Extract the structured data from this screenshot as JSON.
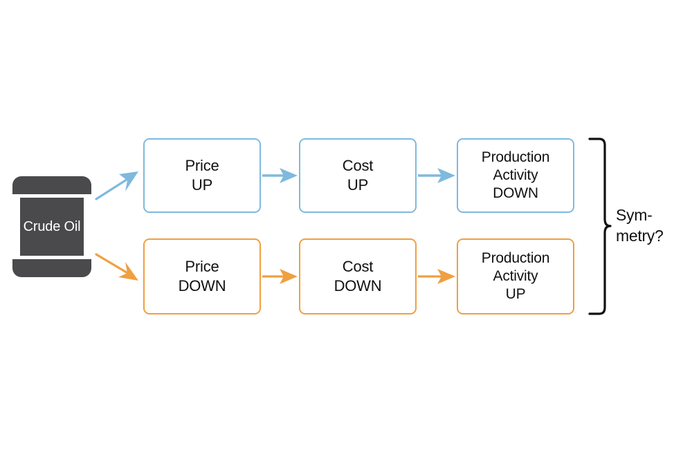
{
  "figure": {
    "background_color": "#ffffff",
    "source_node": {
      "icon": "oil-barrel-icon",
      "label": "Crude\nOil",
      "color": "#4a4a4d",
      "text_color": "#ffffff"
    },
    "branches": [
      {
        "id": "up-branch",
        "color": "#7fb9dd",
        "arrow_from_source": "diagonal-up-arrow",
        "steps": [
          {
            "id": "price-up",
            "label": "Price\nUP"
          },
          {
            "id": "cost-up",
            "label": "Cost\nUP"
          },
          {
            "id": "production-activity-down",
            "label": "Production\nActivity\nDOWN"
          }
        ]
      },
      {
        "id": "down-branch",
        "color": "#efa040",
        "arrow_from_source": "diagonal-down-arrow",
        "steps": [
          {
            "id": "price-down",
            "label": "Price\nDOWN"
          },
          {
            "id": "cost-down",
            "label": "Cost\nDOWN"
          },
          {
            "id": "production-activity-up",
            "label": "Production\nActivity\nUP"
          }
        ]
      }
    ],
    "annotation": {
      "bracket": "right-curly-brace",
      "label": "Sym-\nmetry?",
      "color": "#111111"
    }
  }
}
